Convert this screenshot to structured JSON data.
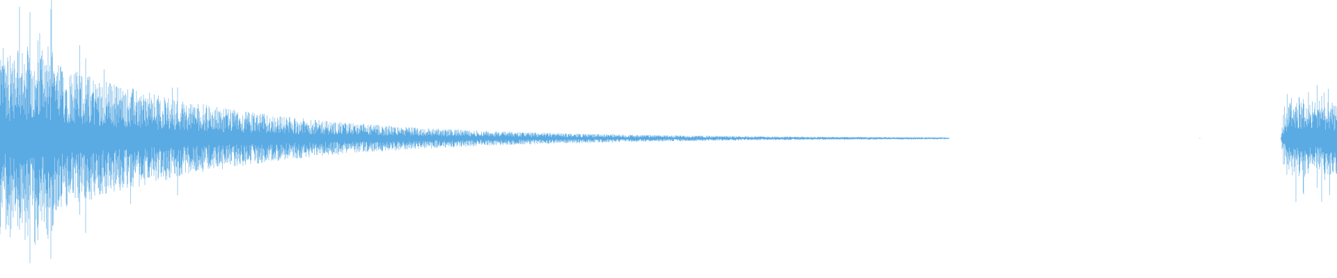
{
  "waveform": {
    "color": "#5aaae3",
    "background": "#ffffff",
    "bursts": [
      {
        "description_free": true,
        "start_fraction": 0.0,
        "end_fraction": 0.71,
        "peak_amplitude": 0.82,
        "decay": "exponential"
      },
      {
        "description_free": true,
        "start_fraction": 0.958,
        "end_fraction": 1.0,
        "peak_amplitude": 0.48,
        "decay": "none"
      }
    ]
  }
}
